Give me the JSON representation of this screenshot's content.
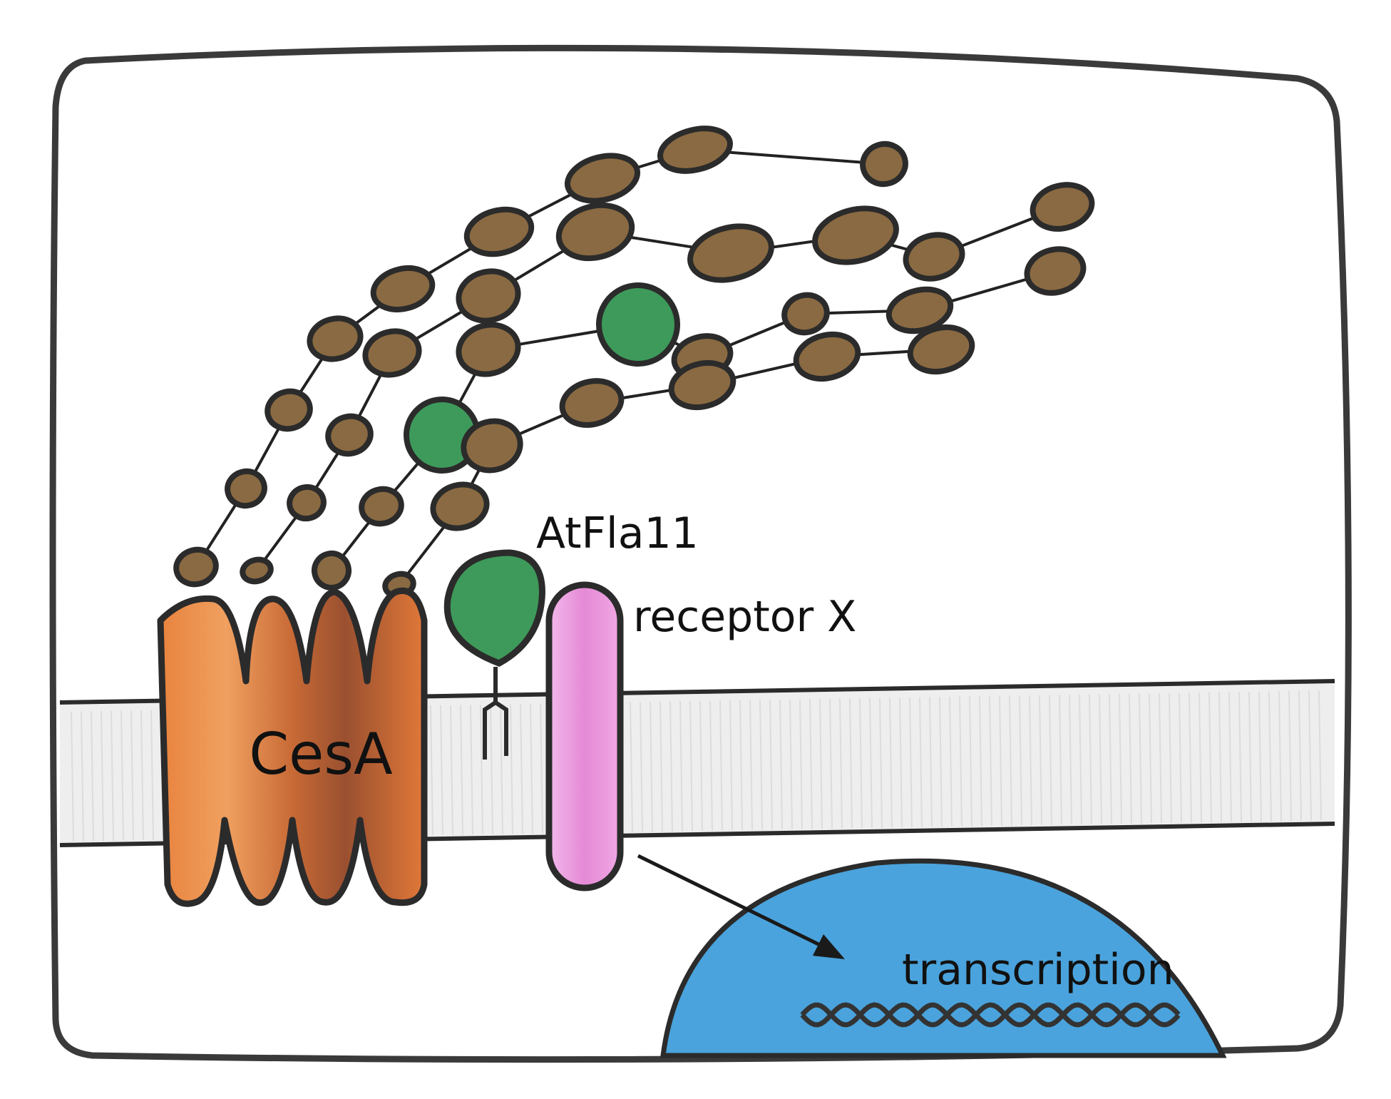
{
  "labels": {
    "cesa": "CesA",
    "atfla11": "AtFla11",
    "receptor": "receptor X",
    "transcription": "transcription"
  },
  "colors": {
    "outline": "#2b2b2b",
    "sugar": "#8a6a42",
    "sugar_light": "#a07d52",
    "agp": "#3e9a5a",
    "receptor": "#e58ad6",
    "membrane": "#eeeeee",
    "nucleus": "#4aa3dc",
    "cesa_orange": "#e8833e",
    "cesa_light": "#f0a060",
    "cesa_brown": "#9a5030"
  }
}
